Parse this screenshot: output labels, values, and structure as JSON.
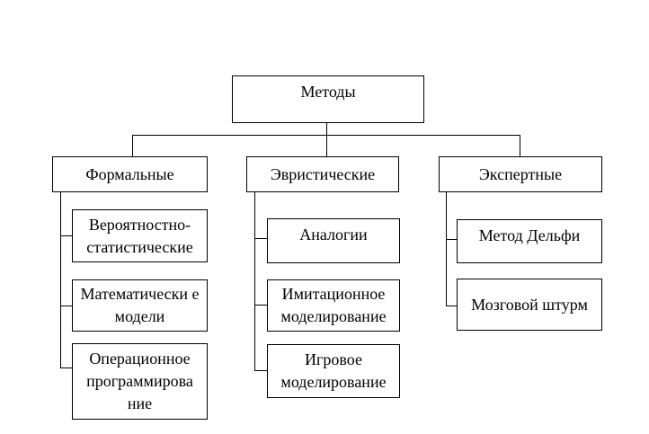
{
  "root": {
    "label": "Методы"
  },
  "groups": [
    {
      "label": "Формальные",
      "children": [
        "Вероятностно-статистические",
        "Математически е модели",
        "Операционное программирова ние"
      ]
    },
    {
      "label": "Эвристические",
      "children": [
        "Аналогии",
        "Имитационное моделирование",
        "Игровое моделирование"
      ]
    },
    {
      "label": "Экспертные",
      "children": [
        "Метод Дельфи",
        "Мозговой штурм"
      ]
    }
  ]
}
